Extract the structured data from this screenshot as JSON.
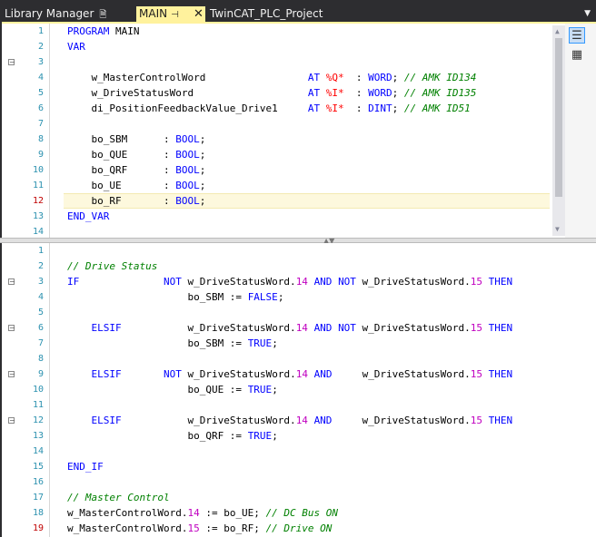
{
  "tabs": [
    {
      "label": "Library Manager",
      "glyph": "🗎"
    },
    {
      "label": "MAIN",
      "pin": "⊣",
      "close": "✕"
    },
    {
      "label": "TwinCAT_PLC_Project"
    }
  ],
  "dropdown_icon": "chevron-down-icon",
  "colors": {
    "keyword": "#0000ff",
    "comment": "#008000",
    "number": "#c000c0",
    "address": "#ff0000",
    "active_tab": "#fff29d"
  },
  "declaration_editor": {
    "line_numbers": [
      "1",
      "2",
      "3",
      "4",
      "5",
      "6",
      "7",
      "8",
      "9",
      "10",
      "11",
      "12",
      "13",
      "14"
    ],
    "current_line": "12"
  },
  "implementation_editor": {
    "line_numbers": [
      "1",
      "2",
      "3",
      "4",
      "5",
      "6",
      "7",
      "8",
      "9",
      "10",
      "11",
      "12",
      "13",
      "14",
      "15",
      "16",
      "17",
      "18",
      "19"
    ],
    "current_line": "19"
  }
}
